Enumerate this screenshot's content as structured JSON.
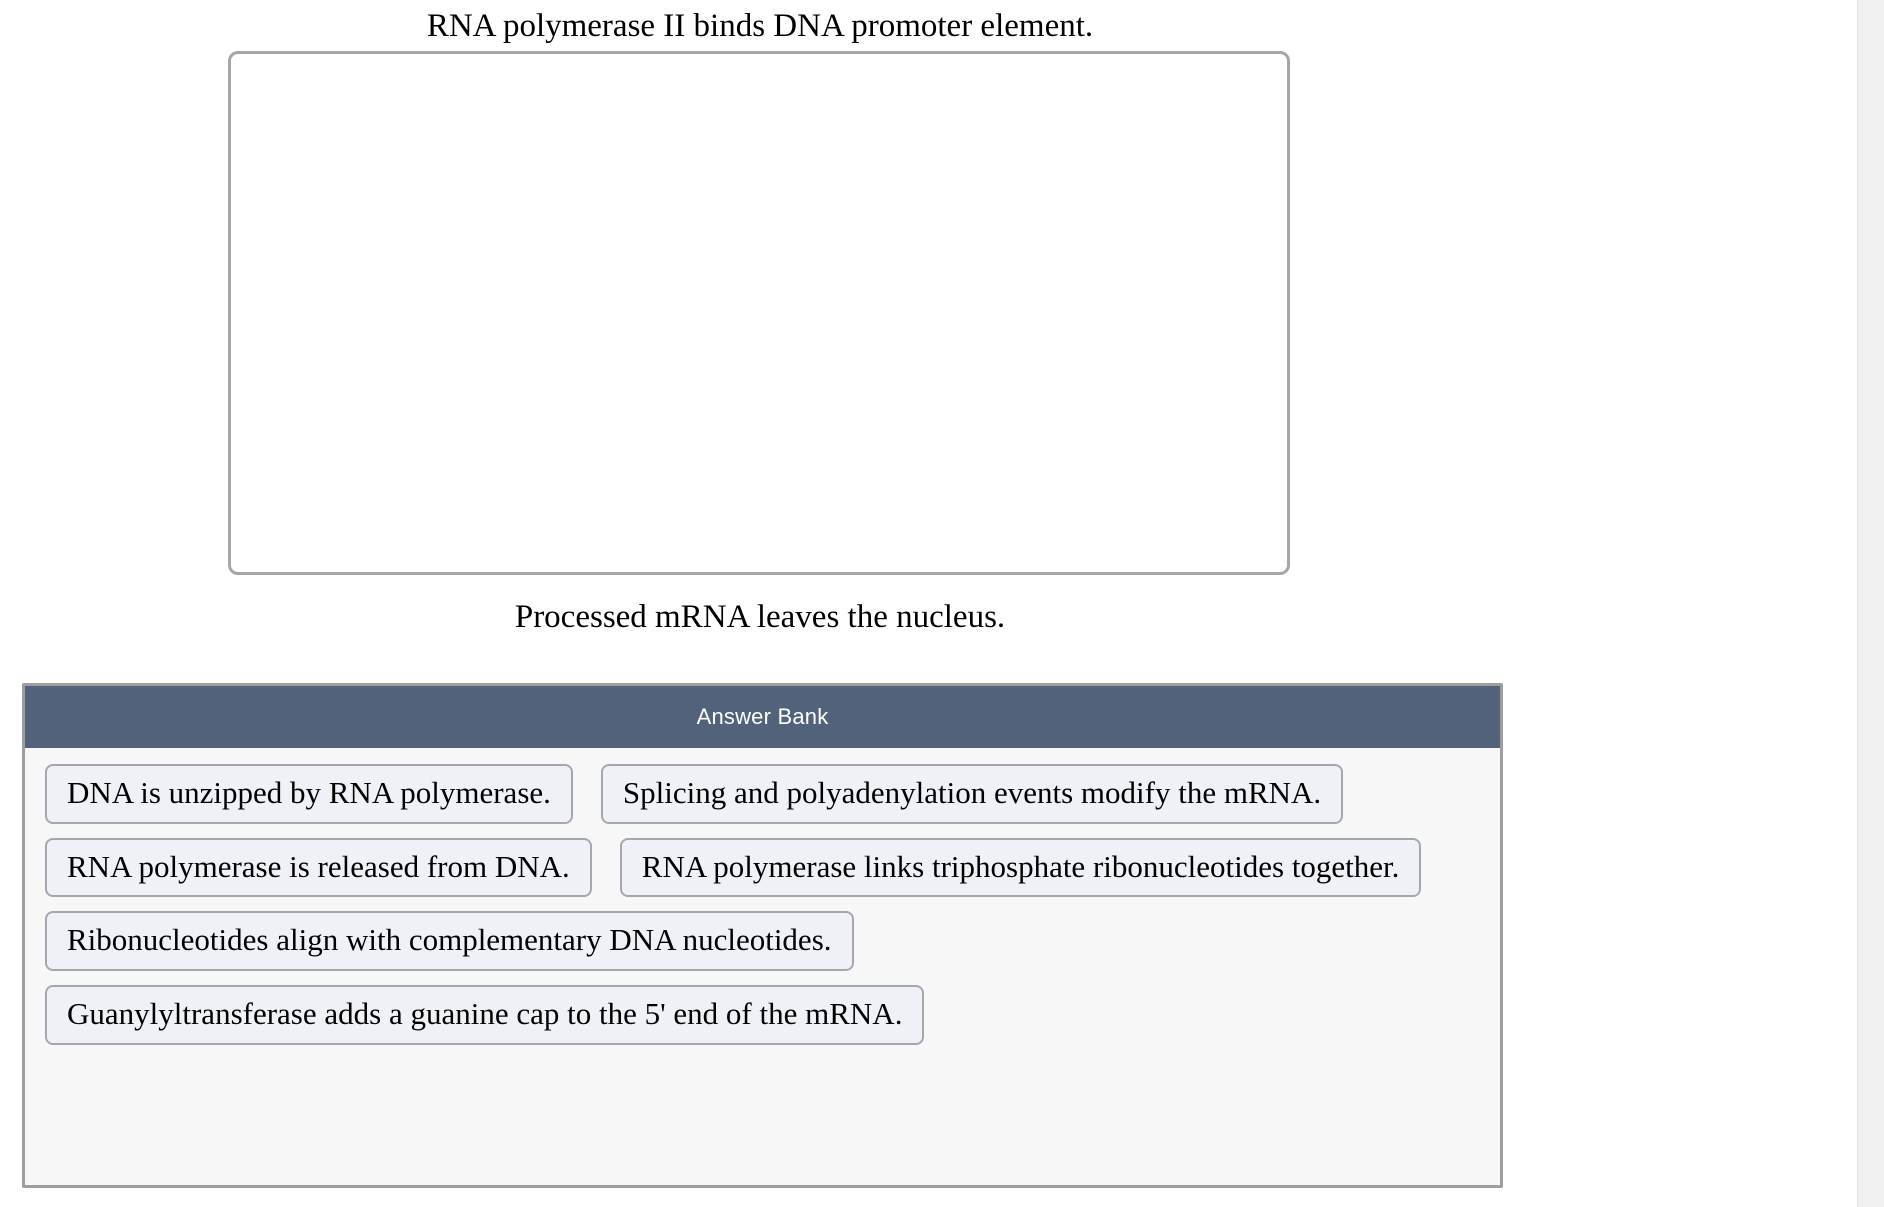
{
  "question": {
    "prompt_top": "RNA polymerase II binds DNA promoter element.",
    "prompt_bottom": "Processed mRNA leaves the nucleus.",
    "dropzone_placeholder": ""
  },
  "answer_bank": {
    "title": "Answer Bank",
    "header_color": "#52627a",
    "panel_background": "#f7f7f7",
    "chip_background": "#eff1f6",
    "chip_border_color": "#a3a8b0",
    "rows": [
      [
        {
          "label": "DNA is unzipped by RNA polymerase."
        },
        {
          "label": "Splicing and polyadenylation events modify the mRNA."
        }
      ],
      [
        {
          "label": "RNA polymerase is released from DNA."
        },
        {
          "label": "RNA polymerase links triphosphate ribonucleotides together."
        }
      ],
      [
        {
          "label": "Ribonucleotides align with complementary DNA nucleotides."
        }
      ],
      [
        {
          "label": "Guanylyltransferase adds a guanine cap to the 5' end of the mRNA."
        }
      ]
    ]
  },
  "scrollbar": {
    "track_color": "#f0f0f0",
    "thumb_color": "#c9c9c9"
  }
}
